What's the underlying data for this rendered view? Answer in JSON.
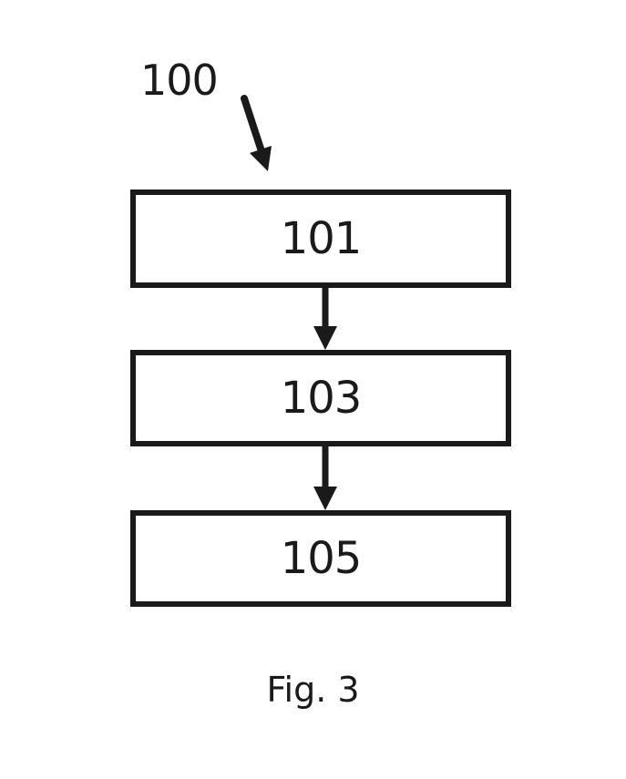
{
  "figure": {
    "reference_numeral": "100",
    "caption": "Fig. 3",
    "steps": [
      {
        "label": "101"
      },
      {
        "label": "103"
      },
      {
        "label": "105"
      }
    ],
    "line_color": "#1a1a1a"
  }
}
